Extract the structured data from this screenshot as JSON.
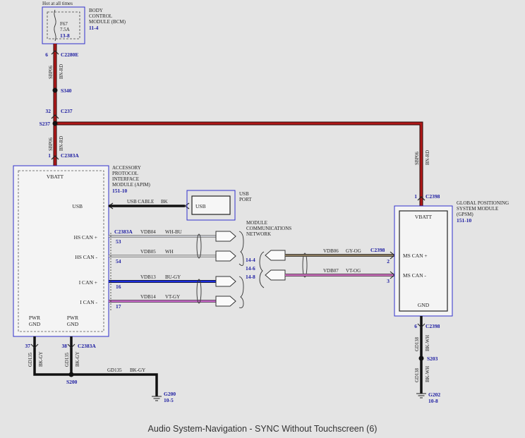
{
  "caption": "Audio System-Navigation - SYNC Without Touchscreen (6)",
  "colors": {
    "bn_rd": "#b01818",
    "gy_og": "#8a7a5e",
    "vt_og": "#d070c0",
    "bu_gy": "#1e2ee0",
    "vt_gy": "#c668c8",
    "bk": "#111111",
    "module_border": "#3030cc"
  },
  "power": {
    "hot_label": "Hot at all times",
    "fuse_name": "F67",
    "fuse_rating": "7.5A",
    "fuse_ref": "13-8",
    "bcm_label": [
      "BODY",
      "CONTROL",
      "MODULE (BCM)"
    ],
    "bcm_ref": "11-4"
  },
  "connectors": {
    "c2280e_pin": "6",
    "c2280e": "C2280E",
    "s340": "S340",
    "c237_pin": "32",
    "c237": "C237",
    "s237": "S237",
    "c2383a_pin": "1",
    "c2383a": "C2383A",
    "c2398_pin": "1",
    "c2398": "C2398",
    "c2383a_hs": "C2383A",
    "pin53": "53",
    "pin54": "54",
    "pin16": "16",
    "pin17": "17",
    "c2398_ms": "C2398",
    "pin2": "2",
    "pin3": "3",
    "gpsm_gnd_pin": "6",
    "gpsm_gnd_conn": "C2398",
    "s203": "S203",
    "pin37": "37",
    "pin38": "38",
    "c2383a_gnd": "C2383A",
    "s200": "S200",
    "g200": "G200",
    "g200_ref": "10-5",
    "g202": "G202",
    "g202_ref": "10-8"
  },
  "wires": {
    "sbp06_a": "SBP06",
    "bnrd_a": "BN-RD",
    "sbp06_b": "SBP06",
    "bnrd_b": "BN-RD",
    "sbp06_c": "SBP06",
    "bnrd_c": "BN-RD",
    "usb_cable": "USB CABLE",
    "bk": "BK",
    "vdb04": "VDB04",
    "whbu": "WH-BU",
    "vdb05": "VDB05",
    "wh": "WH",
    "vdb13": "VDB13",
    "bugy": "BU-GY",
    "vdb14": "VDB14",
    "vtgy": "VT-GY",
    "vdb06": "VDB06",
    "gyog": "GY-OG",
    "vdb07": "VDB07",
    "vtog": "VT-OG",
    "gd135_a": "GD135",
    "bkgy_a": "BK-GY",
    "gd135_b": "GD135",
    "bkgy_b": "BK-GY",
    "gd135_h": "GD135",
    "bkgy_h": "BK-GY",
    "gd138_a": "GD138",
    "bkwh_a": "BK-WH",
    "gd138_b": "GD138",
    "bkwh_b": "BK-WH"
  },
  "apim": {
    "label": [
      "ACCESSORY",
      "PROTOCOL",
      "INTERFACE",
      "MODULE (APIM)"
    ],
    "ref": "151-10",
    "vbatt": "VBATT",
    "usb": "USB",
    "hs_can_plus": "HS CAN +",
    "hs_can_minus": "HS CAN -",
    "i_can_plus": "I CAN +",
    "i_can_minus": "I CAN -",
    "pwr1": "PWR",
    "gnd1": "GND",
    "pwr2": "PWR",
    "gnd2": "GND"
  },
  "usb_port": {
    "inner": "USB",
    "label": [
      "USB",
      "PORT"
    ]
  },
  "network": {
    "label": [
      "MODULE",
      "COMMUNICATIONS",
      "NETWORK"
    ],
    "ref1": "14-4",
    "ref2": "14-6",
    "ref3": "14-8"
  },
  "gpsm": {
    "label": [
      "GLOBAL POSITIONING",
      "SYSTEM MODULE",
      "(GPSM)"
    ],
    "ref": "151-10",
    "vbatt": "VBATT",
    "ms_can_plus": "MS CAN +",
    "ms_can_minus": "MS CAN -",
    "gnd": "GND"
  }
}
